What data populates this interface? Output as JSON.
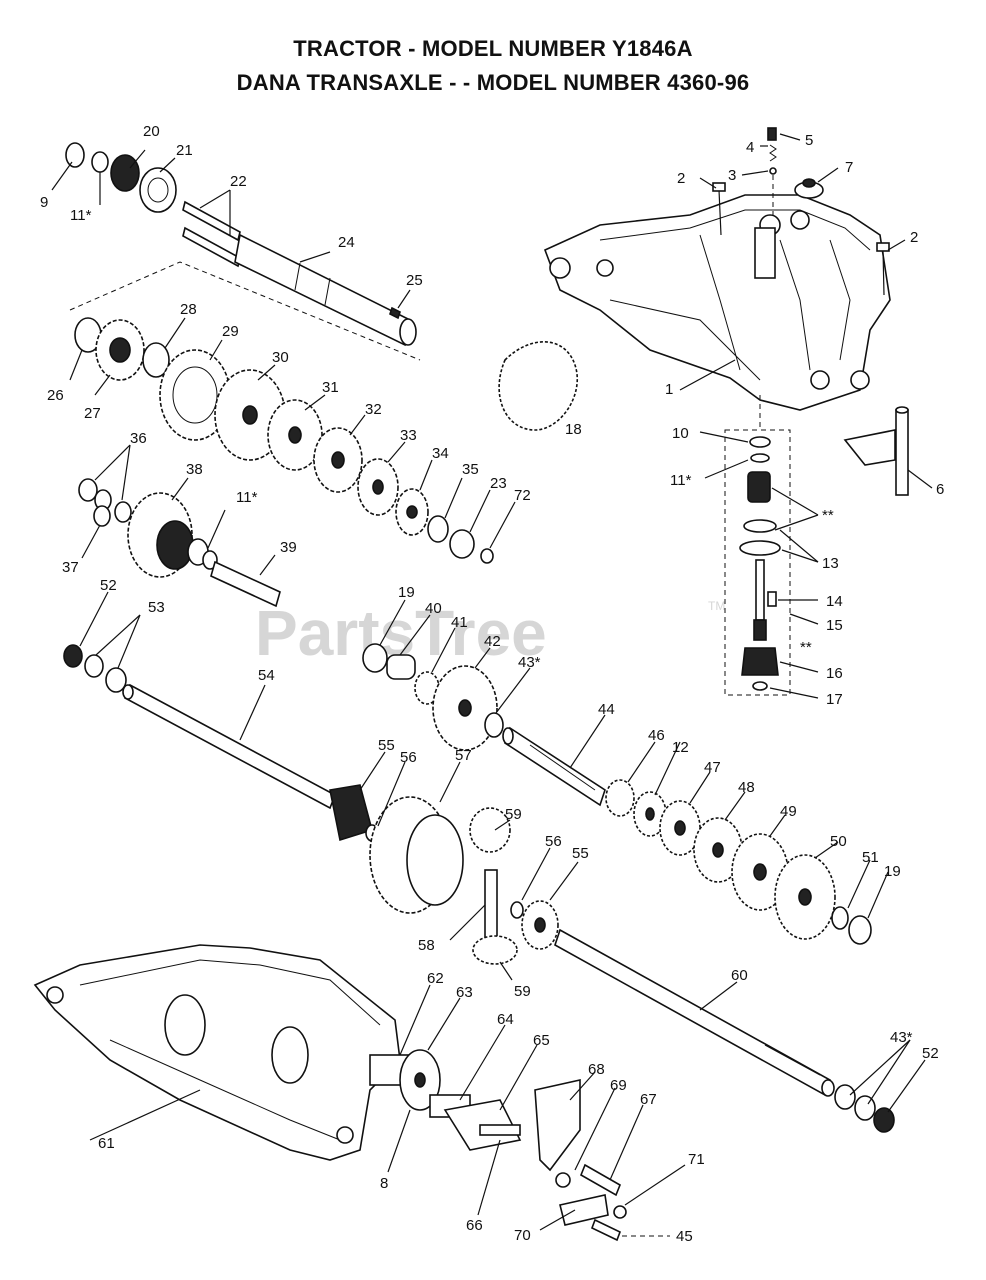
{
  "titles": {
    "line1": "TRACTOR - MODEL NUMBER Y1846A",
    "line2": "DANA TRANSAXLE - - MODEL NUMBER 4360-96"
  },
  "watermark": {
    "text": "PartsTree",
    "trademark": "TM"
  },
  "labels": {
    "l1": "1",
    "l2a": "2",
    "l2b": "2",
    "l3": "3",
    "l4": "4",
    "l5": "5",
    "l6": "6",
    "l7": "7",
    "l8": "8",
    "l9": "9",
    "l10": "10",
    "l11a": "11*",
    "l11b": "11*",
    "l11c": "11*",
    "l12": "12",
    "l13": "13",
    "l14": "14",
    "l15": "15",
    "l16": "16",
    "l17": "17",
    "l18": "18",
    "l19a": "19",
    "l19b": "19",
    "l20": "20",
    "l21": "21",
    "l22": "22",
    "l23": "23",
    "l24": "24",
    "l25": "25",
    "l26": "26",
    "l27": "27",
    "l28": "28",
    "l29": "29",
    "l30": "30",
    "l31": "31",
    "l32": "32",
    "l33": "33",
    "l34": "34",
    "l35": "35",
    "l36": "36",
    "l37": "37",
    "l38": "38",
    "l39": "39",
    "l40": "40",
    "l41": "41",
    "l42": "42",
    "l43a": "43*",
    "l43b": "43*",
    "l44": "44",
    "l45": "45",
    "l46": "46",
    "l47": "47",
    "l48": "48",
    "l49": "49",
    "l50": "50",
    "l51": "51",
    "l52a": "52",
    "l52b": "52",
    "l53": "53",
    "l54": "54",
    "l55a": "55",
    "l55b": "55",
    "l56a": "56",
    "l56b": "56",
    "l57": "57",
    "l58": "58",
    "l59a": "59",
    "l59b": "59",
    "l60": "60",
    "l61": "61",
    "l62": "62",
    "l63": "63",
    "l64": "64",
    "l65": "65",
    "l66": "66",
    "l67": "67",
    "l68": "68",
    "l69": "69",
    "l70": "70",
    "l71": "71",
    "l72": "72",
    "dstarA": "**",
    "dstarB": "**"
  }
}
